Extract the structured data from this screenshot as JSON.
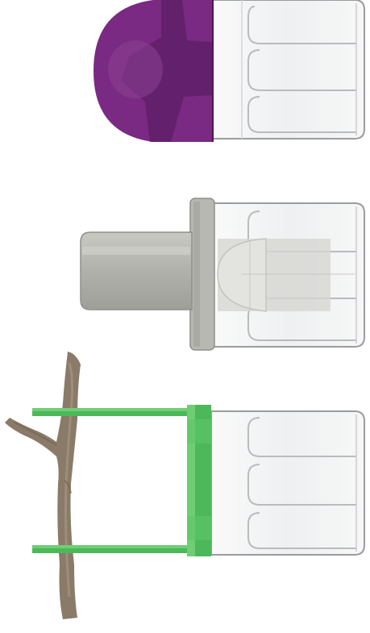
{
  "figure": {
    "panels": [
      {
        "id": "purple",
        "description_icon": "purple-hemispherical-cap-icon"
      },
      {
        "id": "gray",
        "description_icon": "gray-plug-icon"
      },
      {
        "id": "green",
        "description_icon": "green-bracket-with-twig-icon"
      }
    ],
    "colors": {
      "background": "#ffffff",
      "vial_glass": "#f1f2f3",
      "vial_outline": "#9a9c9f",
      "vial_rib": "#c4c6c9",
      "purple": "#7a2a82",
      "purple_dark": "#5b1b63",
      "gray_plug": "#b5b5b0",
      "gray_plug_dark": "#8f8f8a",
      "green": "#4cb85a",
      "green_light": "#6fce73",
      "twig": "#8a7a68"
    }
  }
}
